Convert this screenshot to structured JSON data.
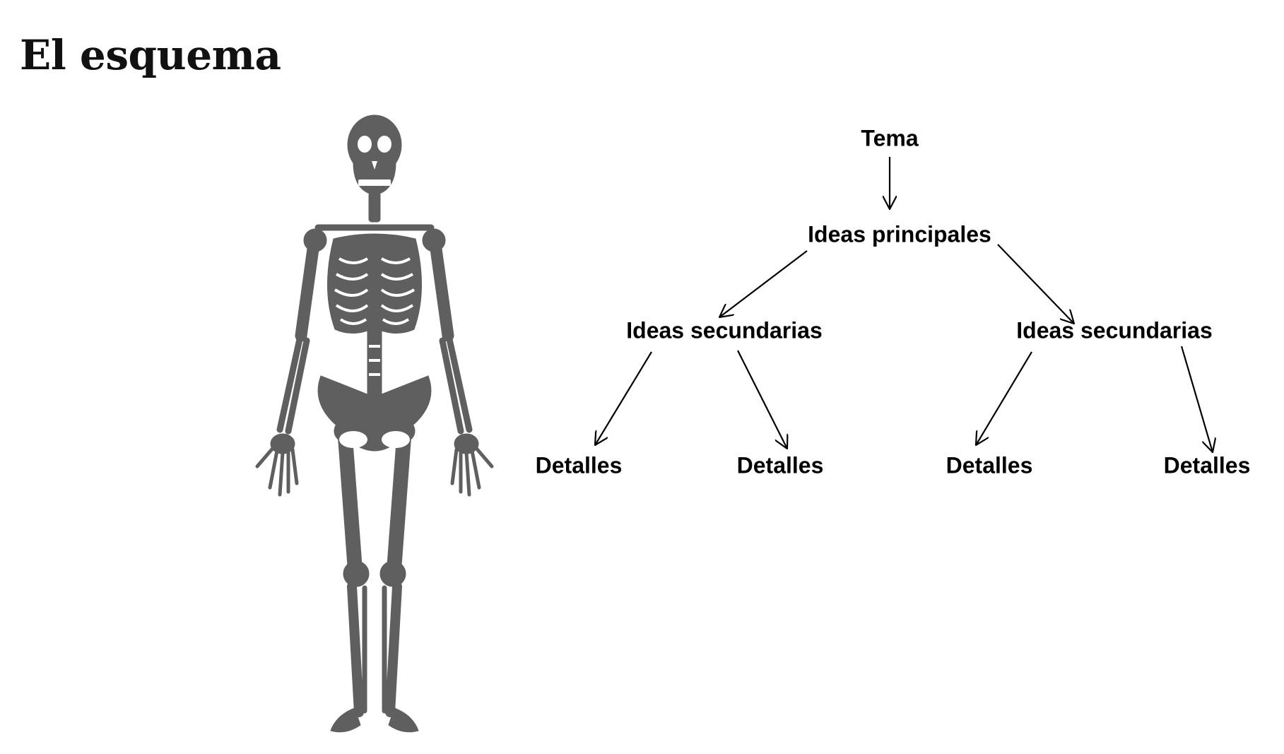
{
  "slide": {
    "title": "El esquema"
  },
  "colors": {
    "skeleton": "#5f5f5f",
    "text": "#000000",
    "arrow": "#000000"
  },
  "illustration": {
    "icon": "skeleton-icon"
  },
  "hierarchy": {
    "root": "Tema",
    "main": "Ideas principales",
    "secondary": [
      "Ideas secundarias",
      "Ideas secundarias"
    ],
    "details": [
      "Detalles",
      "Detalles",
      "Detalles",
      "Detalles"
    ]
  }
}
